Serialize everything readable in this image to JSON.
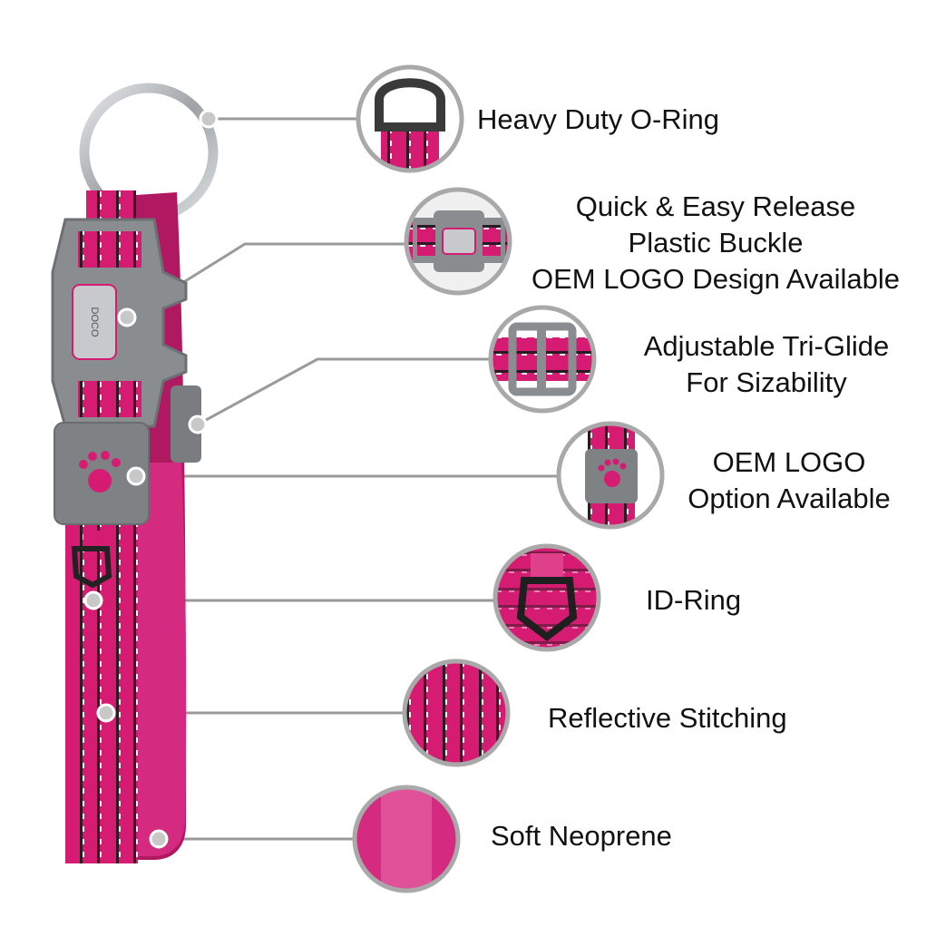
{
  "features": [
    {
      "id": "o-ring",
      "lines": [
        "Heavy Duty  O-Ring"
      ]
    },
    {
      "id": "buckle",
      "lines": [
        "Quick & Easy Release",
        "Plastic Buckle",
        "OEM LOGO Design Available"
      ]
    },
    {
      "id": "tri-glide",
      "lines": [
        "Adjustable Tri-Glide",
        "For Sizability"
      ]
    },
    {
      "id": "logo",
      "lines": [
        "OEM LOGO",
        "Option Available"
      ]
    },
    {
      "id": "id-ring",
      "lines": [
        "ID-Ring"
      ]
    },
    {
      "id": "stitching",
      "lines": [
        "Reflective Stitching"
      ]
    },
    {
      "id": "neoprene",
      "lines": [
        "Soft Neoprene"
      ]
    }
  ],
  "colors": {
    "webbing": "#d61c72",
    "webbing_dark": "#a8125a",
    "neoprene": "#d42a80",
    "buckle": "#8a8d90",
    "buckle_dark": "#6d7073",
    "ring": "#b9bcc0",
    "leader": "#9a9a9a",
    "stitch": "#f2f2f2",
    "text": "#111111"
  },
  "buckle_logo_text": "DOCO"
}
